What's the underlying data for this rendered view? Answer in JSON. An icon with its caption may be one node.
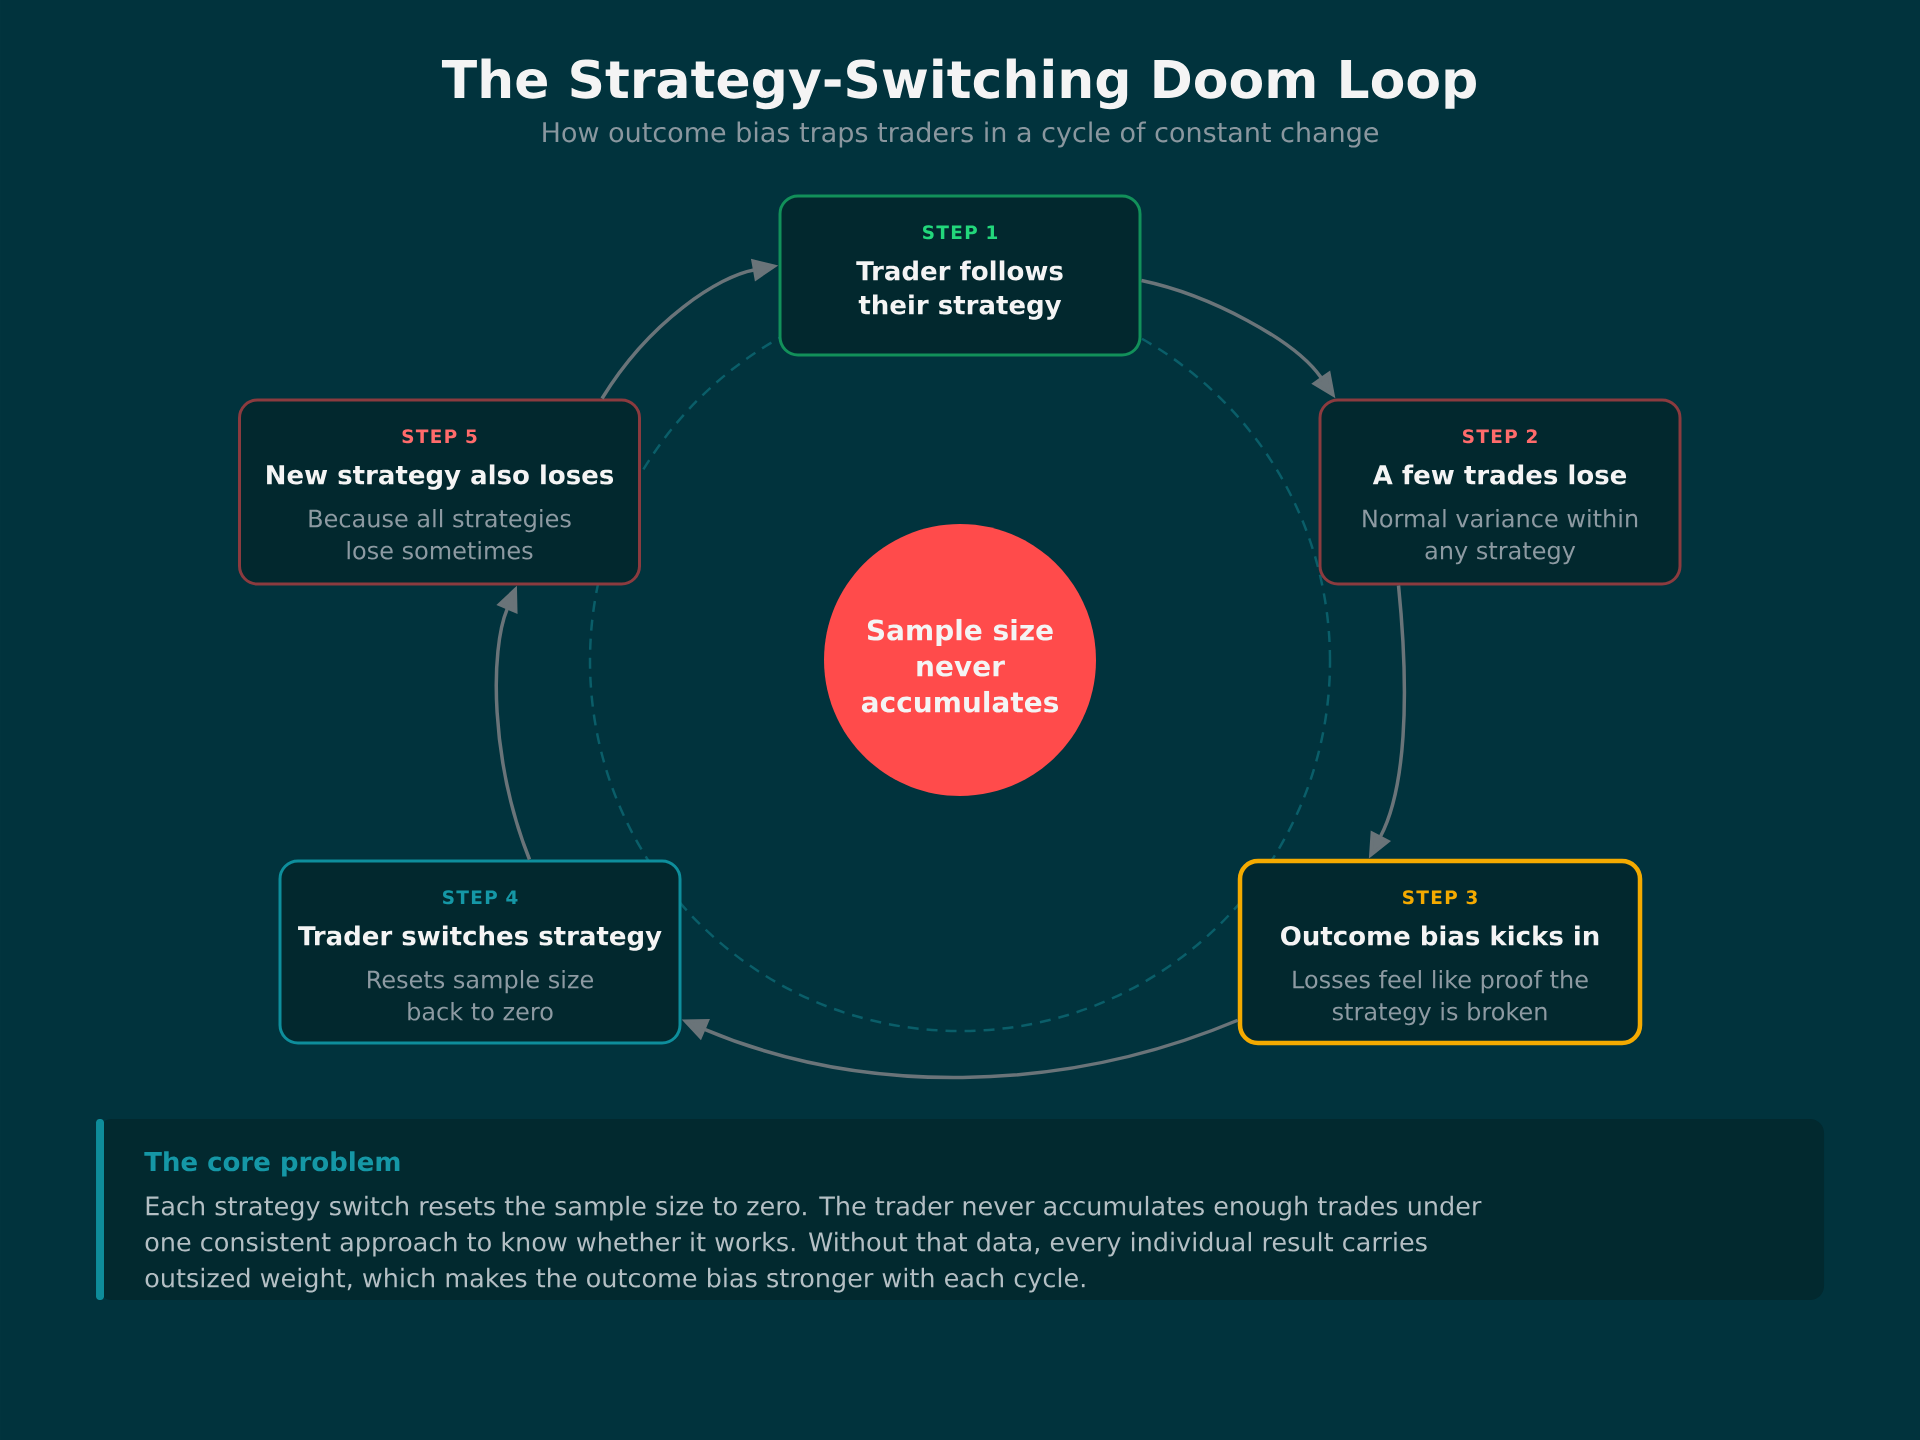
{
  "diagram": {
    "title": "The Strategy-Switching Doom Loop",
    "nodes": [
      {
        "text": [
          "STEP 1",
          "Trader follows their strategy"
        ]
      },
      {
        "text": [
          "STEP 2",
          "A few trades lose",
          "Normal variance within any strategy"
        ]
      },
      {
        "text": [
          "STEP 3",
          "Outcome bias kicks in",
          "Losses feel like proof the strategy is broken"
        ]
      },
      {
        "text": [
          "STEP 4",
          "Trader switches strategy",
          "Resets sample size back to zero"
        ]
      },
      {
        "text": [
          "STEP 5",
          "New strategy also loses",
          "Because all strategies lose sometimes"
        ]
      },
      {
        "text": [
          "Sample size never accumulates"
        ]
      },
      {
        "text": [
          "The core problem",
          "Each strategy switch resets the sample size to zero. The trader never accumulates enough trades under one consistent approach to know whether it works. Without that data, every individual result carries outsized weight, which makes the outcome bias stronger with each cycle."
        ]
      }
    ],
    "edges": [
      {
        "from": 0,
        "to": 1,
        "arrow": "to"
      },
      {
        "from": 1,
        "to": 2,
        "arrow": "to"
      },
      {
        "from": 2,
        "to": 3,
        "arrow": "to"
      },
      {
        "from": 3,
        "to": 4,
        "arrow": "to"
      },
      {
        "from": 4,
        "to": 0,
        "arrow": "to"
      }
    ],
    "labels": [
      "How outcome bias traps traders in a cycle of constant change"
    ]
  }
}
